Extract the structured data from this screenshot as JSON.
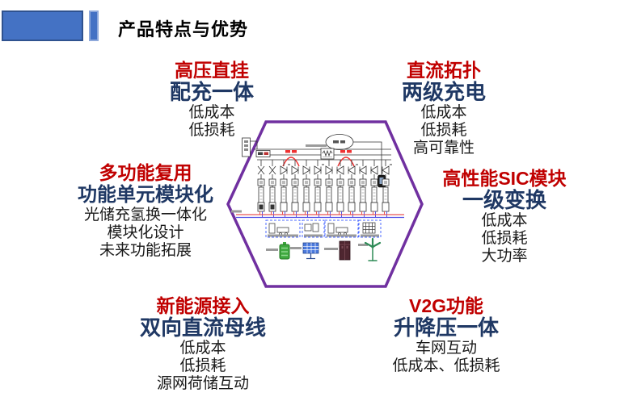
{
  "slide": {
    "title": "产品特点与优势"
  },
  "colors": {
    "heading_red": "#C00000",
    "heading_navy": "#1F3864",
    "hexagon_purple": "#7030A0",
    "title_bar_blue": "#4472C4",
    "title_bar_border": "#2F528F",
    "dc_bus_red": "#E85555",
    "dc_bus_blue": "#5555E8"
  },
  "features": {
    "top_left": {
      "line1": "高压直挂",
      "line2": "配充一体",
      "bullets": [
        "低成本",
        "低损耗"
      ]
    },
    "top_right": {
      "line1": "直流拓扑",
      "line2": "两级充电",
      "bullets": [
        "低成本",
        "低损耗",
        "高可靠性"
      ]
    },
    "mid_left": {
      "line1": "多功能复用",
      "line2": "功能单元模块化",
      "bullets": [
        "光储充氢换一体化",
        "模块化设计",
        "未来功能拓展"
      ]
    },
    "mid_right": {
      "line1": "高性能SIC模块",
      "line2": "一级变换",
      "bullets": [
        "低成本",
        "低损耗",
        "大功率"
      ]
    },
    "bottom_left": {
      "line1": "新能源接入",
      "line2": "双向直流母线",
      "bullets": [
        "低成本",
        "低损耗",
        "源网荷储互动"
      ]
    },
    "bottom_right": {
      "line1": "V2G功能",
      "line2": "升降压一体",
      "bullets": [
        "车网互动",
        "低成本、低损耗"
      ]
    }
  },
  "diagram": {
    "icons": [
      "cloud-icon",
      "controller-device-icon",
      "ac-source-box-icon",
      "transformer-icon",
      "soft-switch-arc-icon",
      "converter-valve-icon",
      "pcs-module-icon",
      "dc-bus-lines",
      "equipment-dashed-box",
      "battery-icon",
      "solar-panel-icon",
      "storage-cabinet-icon",
      "wind-turbine-icon"
    ]
  }
}
